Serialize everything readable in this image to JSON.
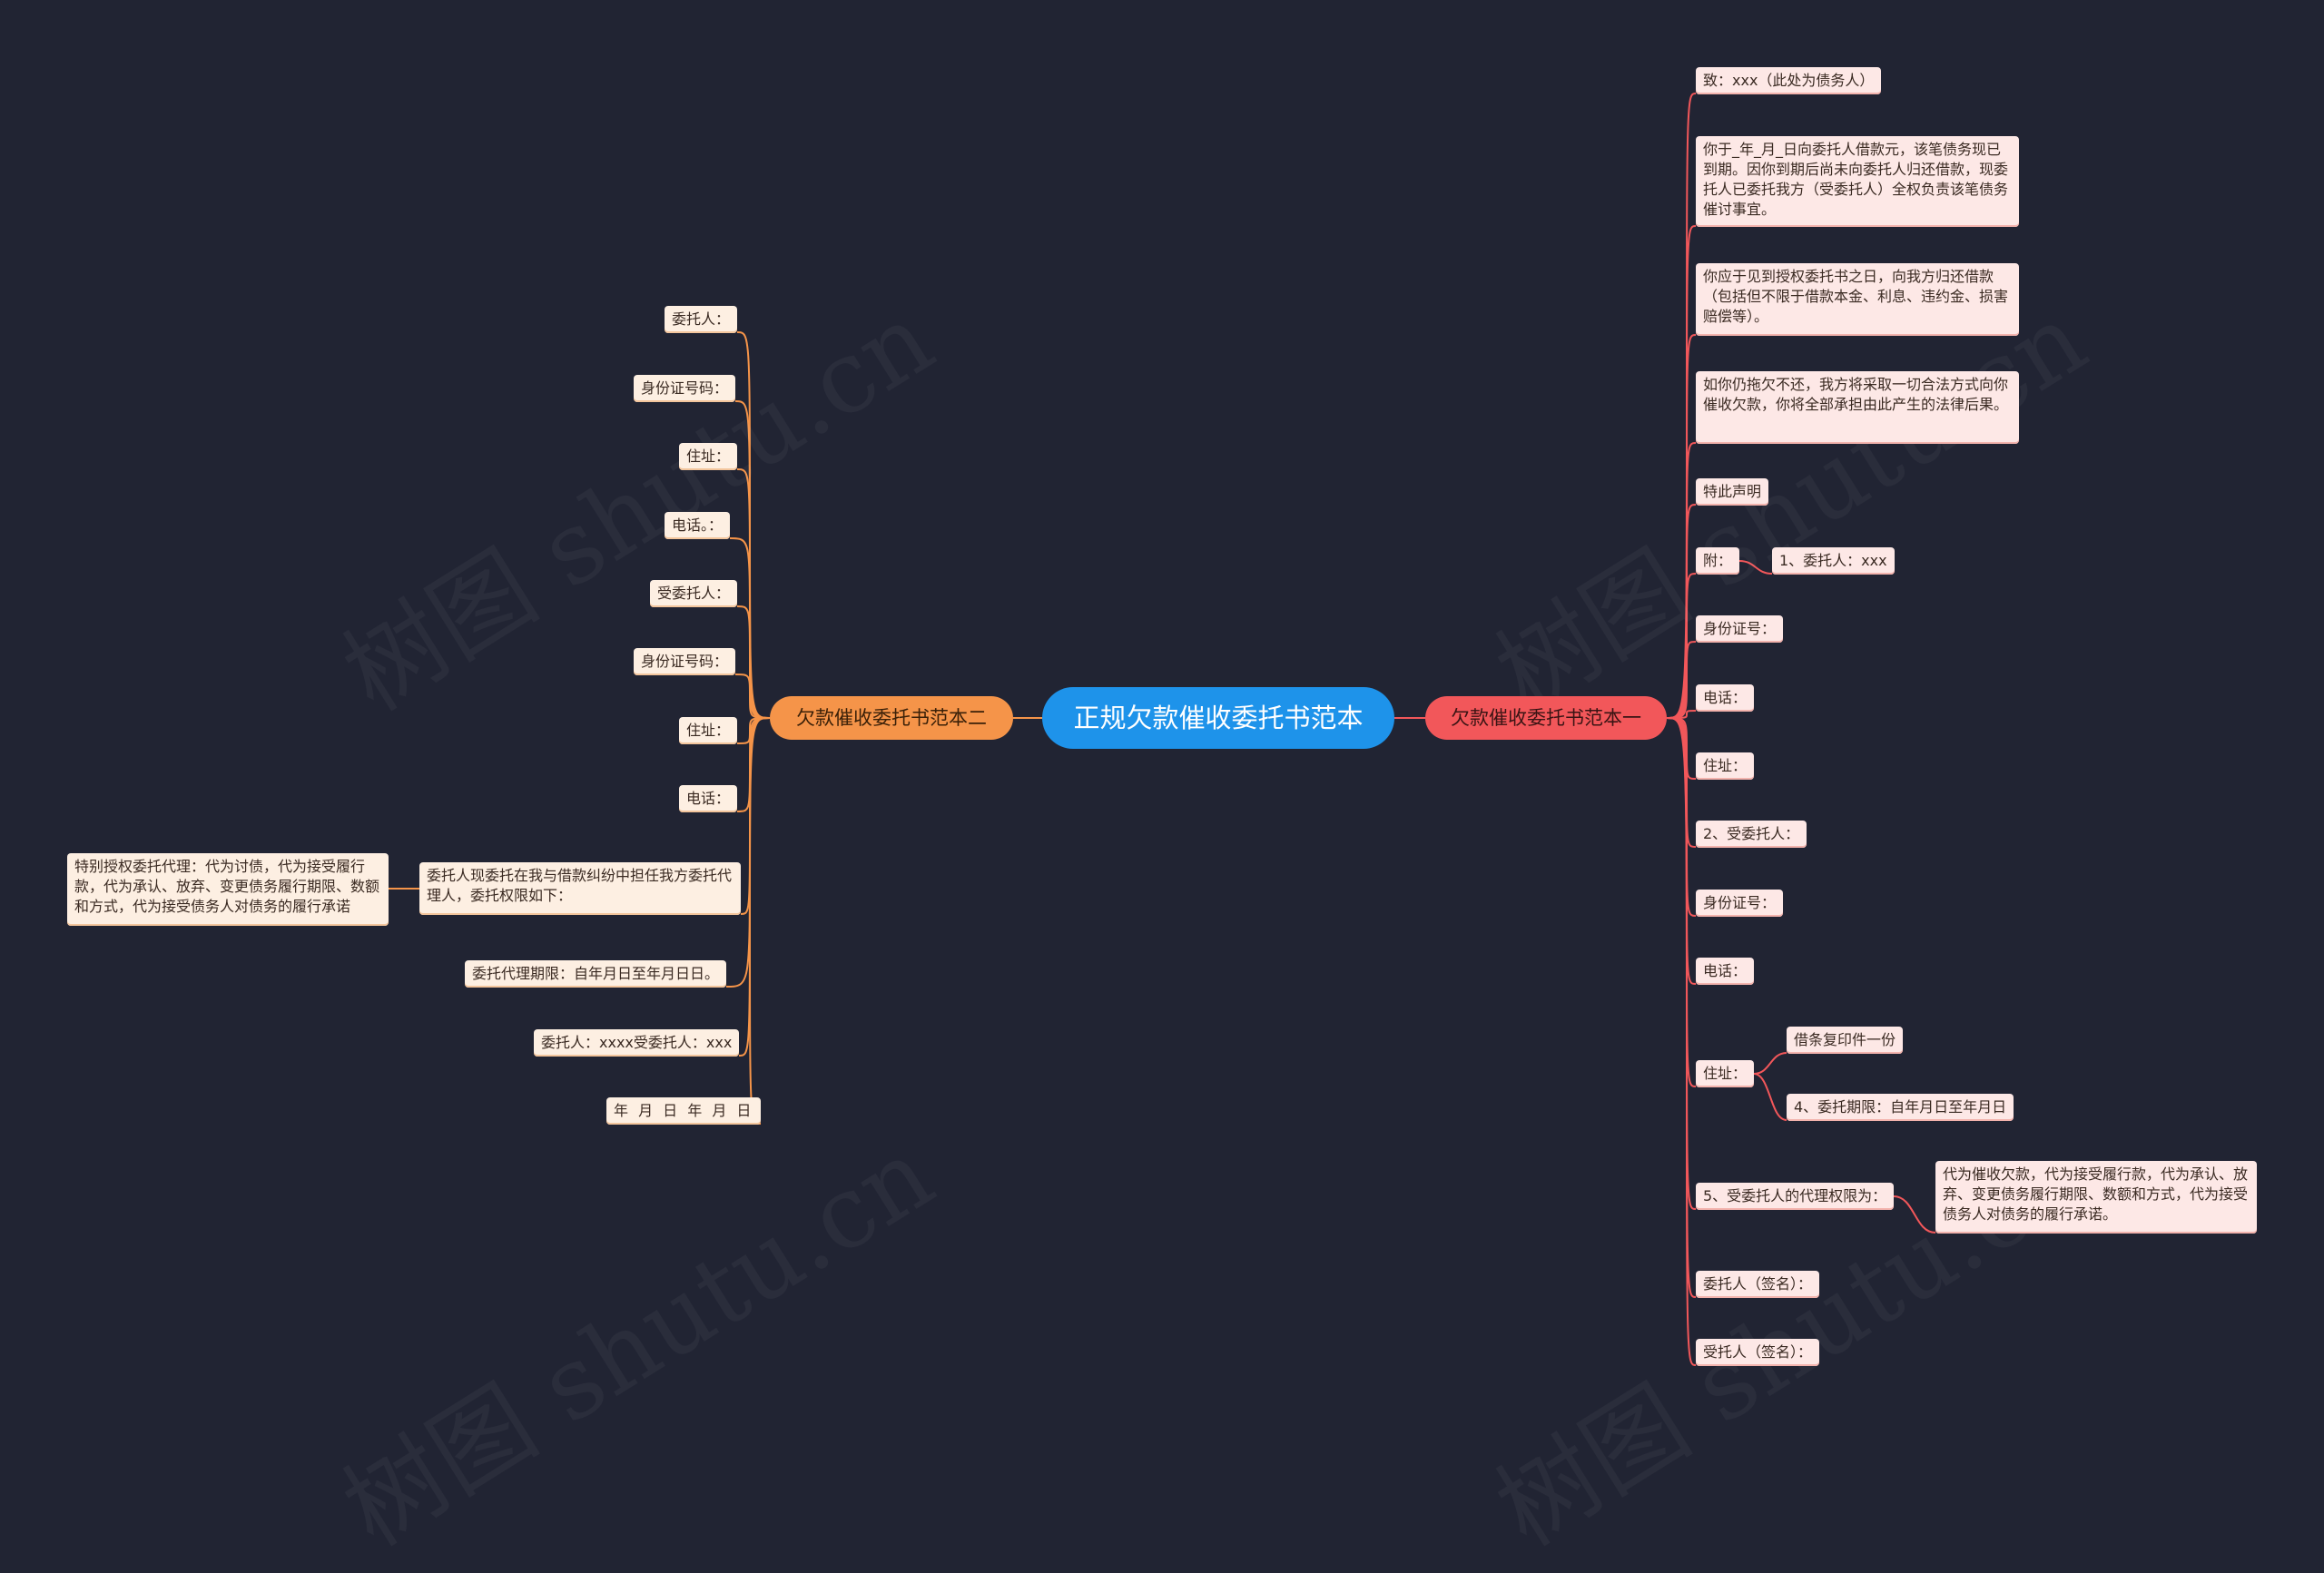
{
  "watermark": "树图 shutu.cn",
  "root": {
    "label": "正规欠款催收委托书范本"
  },
  "branch_right": {
    "label": "欠款催收委托书范本一",
    "items": [
      "致：xxx（此处为债务人）",
      "你于_年_月_日向委托人借款元，该笔债务现已到期。因你到期后尚未向委托人归还借款，现委托人已委托我方（受委托人）全权负责该笔债务催讨事宜。",
      "你应于见到授权委托书之日，向我方归还借款（包括但不限于借款本金、利息、违约金、损害赔偿等）。",
      "如你仍拖欠不还，我方将采取一切合法方式向你催收欠款，你将全部承担由此产生的法律后果。",
      "特此声明",
      "附：",
      "身份证号：",
      "电话：",
      "住址：",
      "2、受委托人：",
      "身份证号：",
      "电话：",
      "住址：",
      "5、受委托人的代理权限为：",
      "委托人（签名）：",
      "受托人（签名）："
    ],
    "sub_fu": "1、委托人：xxx",
    "sub_zhuzhi": [
      "借条复印件一份",
      "4、委托期限：自年月日至年月日"
    ],
    "sub_quanxian": "代为催收欠款，代为接受履行款，代为承认、放弃、变更债务履行期限、数额和方式，代为接受债务人对债务的履行承诺。"
  },
  "branch_left": {
    "label": "欠款催收委托书范本二",
    "items": [
      "委托人：",
      "身份证号码：",
      "住址：",
      "电话。：",
      "受委托人：",
      "身份证号码：",
      "住址：",
      "电话：",
      "委托人现委托在我与借款纠纷中担任我方委托代理人，委托权限如下：",
      "委托代理期限：自年月日至年月日日。",
      "委托人：xxxx受委托人：xxx",
      "年 月 日 年 月 日"
    ],
    "sub_quanxian": "特别授权委托代理：代为讨债，代为接受履行款，代为承认、放弃、变更债务履行期限、数额和方式，代为接受债务人对债务的履行承诺"
  },
  "colors": {
    "background": "#212433",
    "root": "#1e93ea",
    "right_branch": "#f2575a",
    "left_branch": "#f59449"
  }
}
